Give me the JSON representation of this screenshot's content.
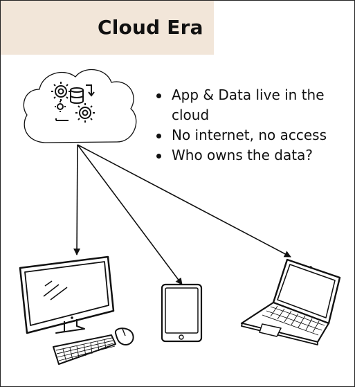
{
  "title": "Cloud Era",
  "bullets": [
    "App & Data live in the cloud",
    "No internet, no access",
    "Who owns the data?"
  ],
  "colors": {
    "title_background": "#f2e6d9",
    "ink": "#111111"
  },
  "icons": {
    "cloud": "cloud-icon",
    "server": "database-gears-icon",
    "desktop": "desktop-computer-icon",
    "tablet": "tablet-icon",
    "laptop": "laptop-icon"
  }
}
